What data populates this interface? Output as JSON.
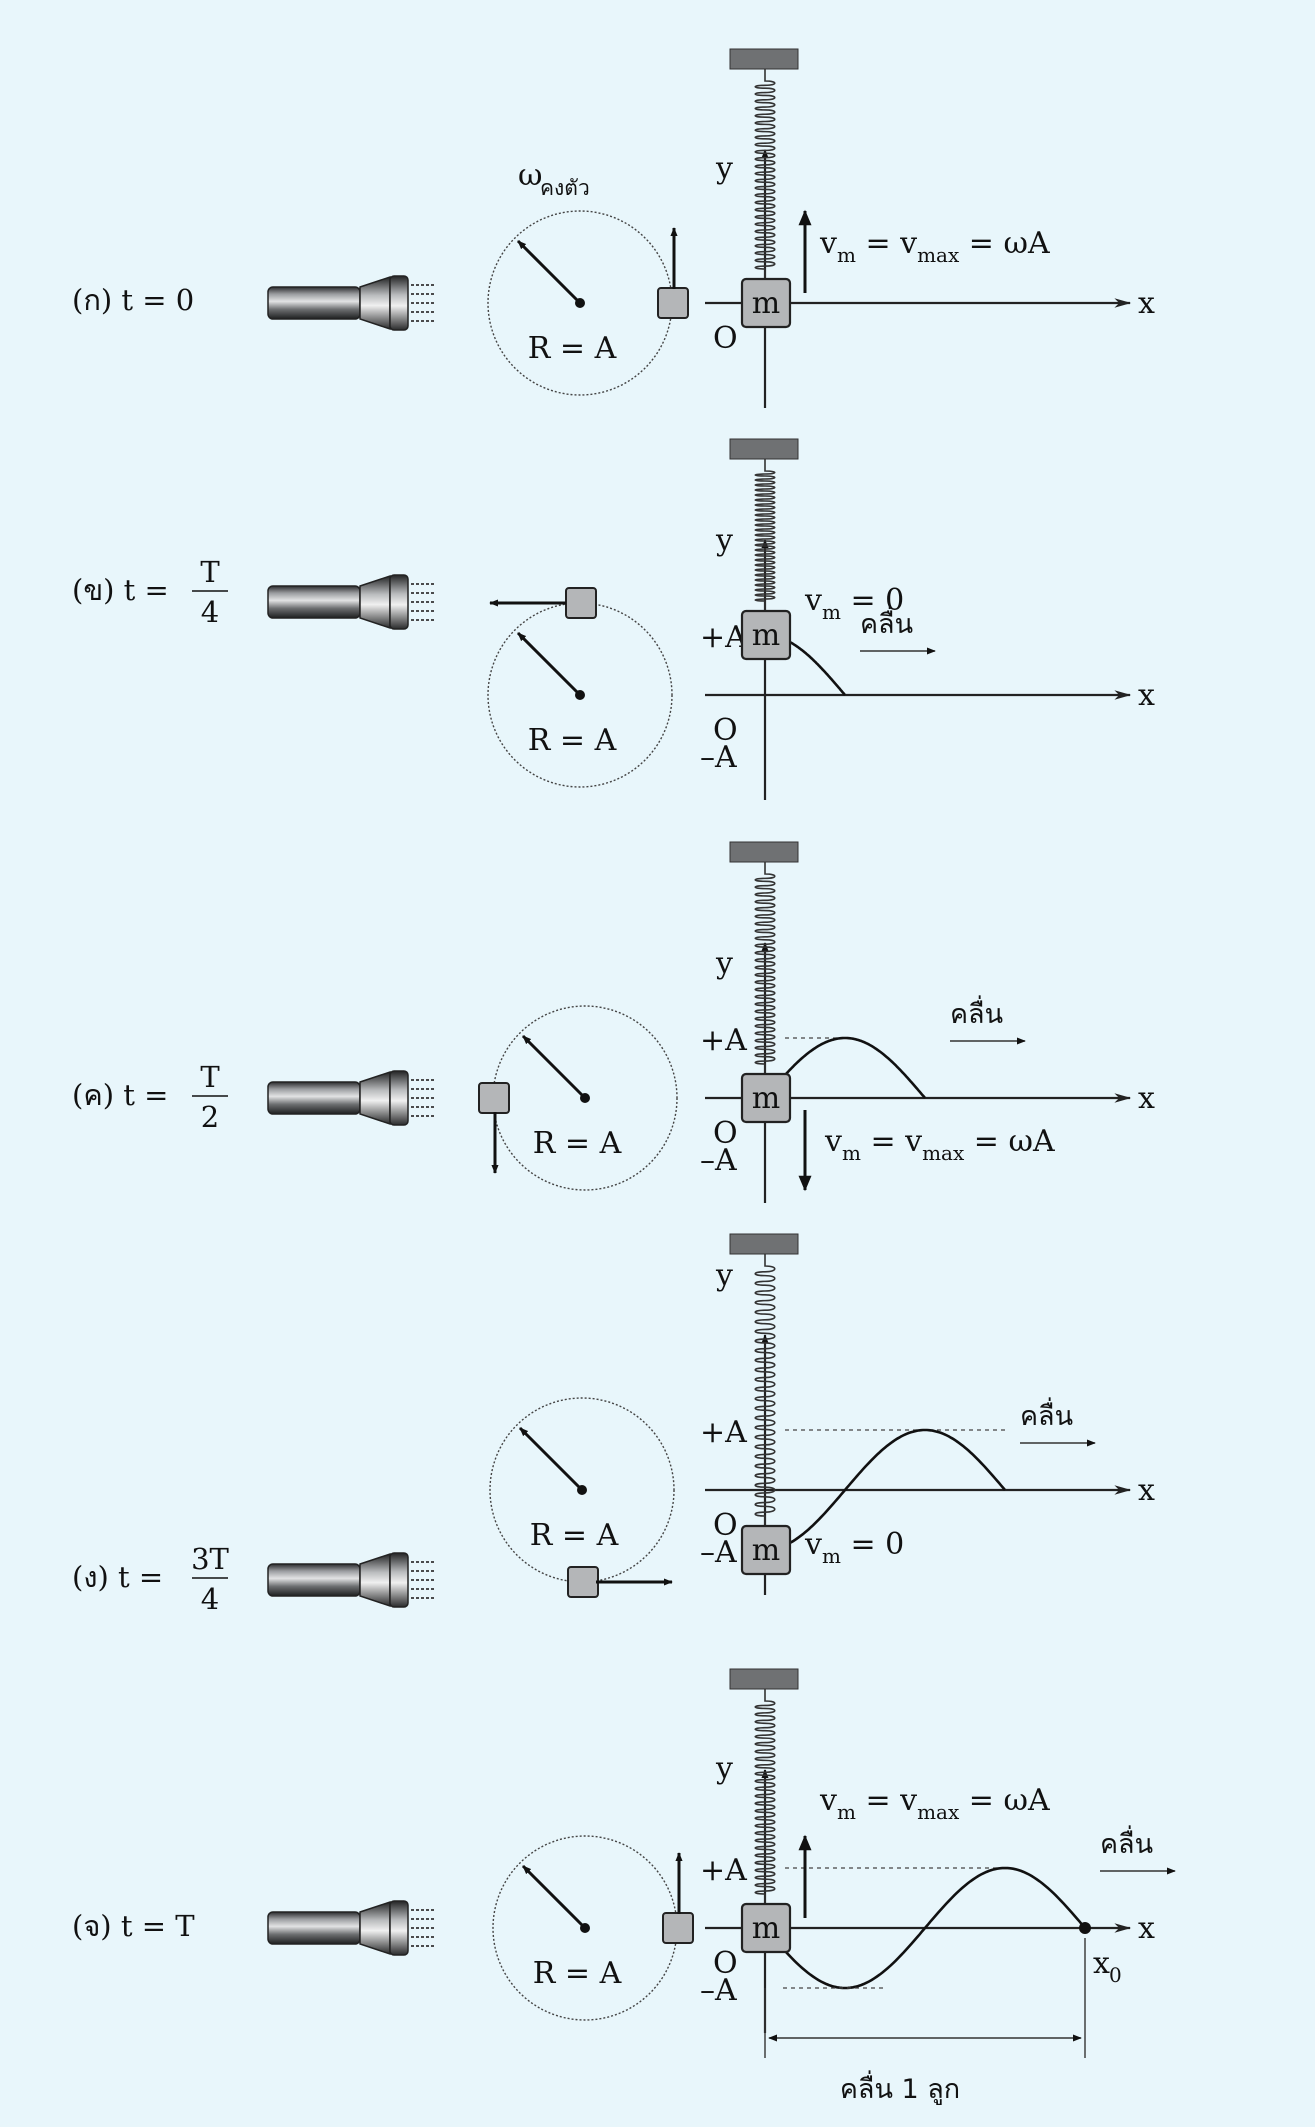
{
  "panels": [
    {
      "label": "(ก) t = 0",
      "time_fraction": "",
      "axis_x": "x",
      "axis_y": "y",
      "origin": "O",
      "mass_label": "m",
      "radius_label": "R = A",
      "omega_symbol": "ω",
      "omega_subscript": "คงตัว",
      "velocity_label": {
        "v": "v",
        "m": "m",
        "eq": " = v",
        "max": "max",
        "tail": " = ωA"
      },
      "plus_a": "",
      "minus_a": "",
      "wave_label": "",
      "phase_quarters": 0
    },
    {
      "label": "(ข) t =",
      "time_fraction": {
        "num": "T",
        "den": "4"
      },
      "axis_x": "x",
      "axis_y": "y",
      "origin": "O",
      "mass_label": "m",
      "radius_label": "R = A",
      "velocity_label": {
        "v": "v",
        "m": "m",
        "eq": " = 0",
        "max": "",
        "tail": ""
      },
      "plus_a": "+A",
      "minus_a": "–A",
      "wave_label": "คลื่น",
      "phase_quarters": 1
    },
    {
      "label": "(ค) t =",
      "time_fraction": {
        "num": "T",
        "den": "2"
      },
      "axis_x": "x",
      "axis_y": "y",
      "origin": "O",
      "mass_label": "m",
      "radius_label": "R = A",
      "velocity_label": {
        "v": "v",
        "m": "m",
        "eq": " = v",
        "max": "max",
        "tail": " = ωA"
      },
      "plus_a": "+A",
      "minus_a": "–A",
      "wave_label": "คลื่น",
      "phase_quarters": 2
    },
    {
      "label": "(ง) t =",
      "time_fraction": {
        "num": "3T",
        "den": "4"
      },
      "axis_x": "x",
      "axis_y": "y",
      "origin": "O",
      "mass_label": "m",
      "radius_label": "R = A",
      "velocity_label": {
        "v": "v",
        "m": "m",
        "eq": " = 0",
        "max": "",
        "tail": ""
      },
      "plus_a": "+A",
      "minus_a": "–A",
      "wave_label": "คลื่น",
      "phase_quarters": 3
    },
    {
      "label": "(จ) t = T",
      "time_fraction": "",
      "axis_x": "x",
      "axis_y": "y",
      "origin": "O",
      "mass_label": "m",
      "radius_label": "R = A",
      "velocity_label": {
        "v": "v",
        "m": "m",
        "eq": " = v",
        "max": "max",
        "tail": " = ωA"
      },
      "plus_a": "+A",
      "minus_a": "–A",
      "wave_label": "คลื่น",
      "x0_label": {
        "x": "x",
        "sub": "0"
      },
      "wavelength_label": "คลื่น 1 ลูก",
      "phase_quarters": 4
    }
  ],
  "colors": {
    "background": "#e8f6fb",
    "mass_fill": "#b4b6b8",
    "ink": "#111111"
  }
}
